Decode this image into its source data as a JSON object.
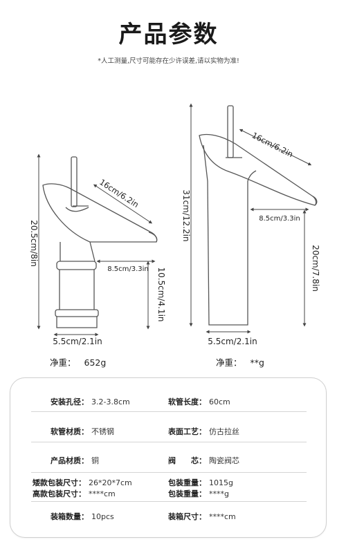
{
  "header": {
    "title": "产品参数",
    "note": "*人工测量,尺寸可能存在少许误差,请以实物为准!"
  },
  "left_faucet": {
    "height": "20.5cm/8in",
    "spout_length": "16cm/6.2in",
    "spout_reach": "8.5cm/3.3in",
    "body_height": "10.5cm/4.1in",
    "base_width": "5.5cm/2.1in",
    "weight_label": "净重：",
    "weight_value": "652g"
  },
  "right_faucet": {
    "height": "31cm/12.2in",
    "spout_length": "16cm/6.2in",
    "spout_reach": "8.5cm/3.3in",
    "body_height": "20cm/7.8in",
    "base_width": "5.5cm/2.1in",
    "weight_label": "净重：",
    "weight_value": "**g"
  },
  "specs": {
    "r1": {
      "l1": "安装孔径：",
      "v1": "3.2-3.8cm",
      "l2": "软管长度：",
      "v2": "60cm"
    },
    "r2": {
      "l1": "软管材质：",
      "v1": "不锈钢",
      "l2": "表面工艺：",
      "v2": "仿古拉丝"
    },
    "r3": {
      "l1": "产品材质：",
      "v1": "铜",
      "l2": "阀　　芯：",
      "v2": "陶瓷阀芯"
    },
    "r4": {
      "l1a": "矮款包装尺寸：",
      "v1a": "26*20*7cm",
      "l2a": "包装重量：",
      "v2a": "1015g",
      "l1b": "高款包装尺寸：",
      "v1b": "****cm",
      "l2b": "包装重量：",
      "v2b": "****g"
    },
    "r5": {
      "l1": "装箱数量：",
      "v1": "10pcs",
      "l2": "装箱尺寸：",
      "v2": "****cm"
    }
  }
}
